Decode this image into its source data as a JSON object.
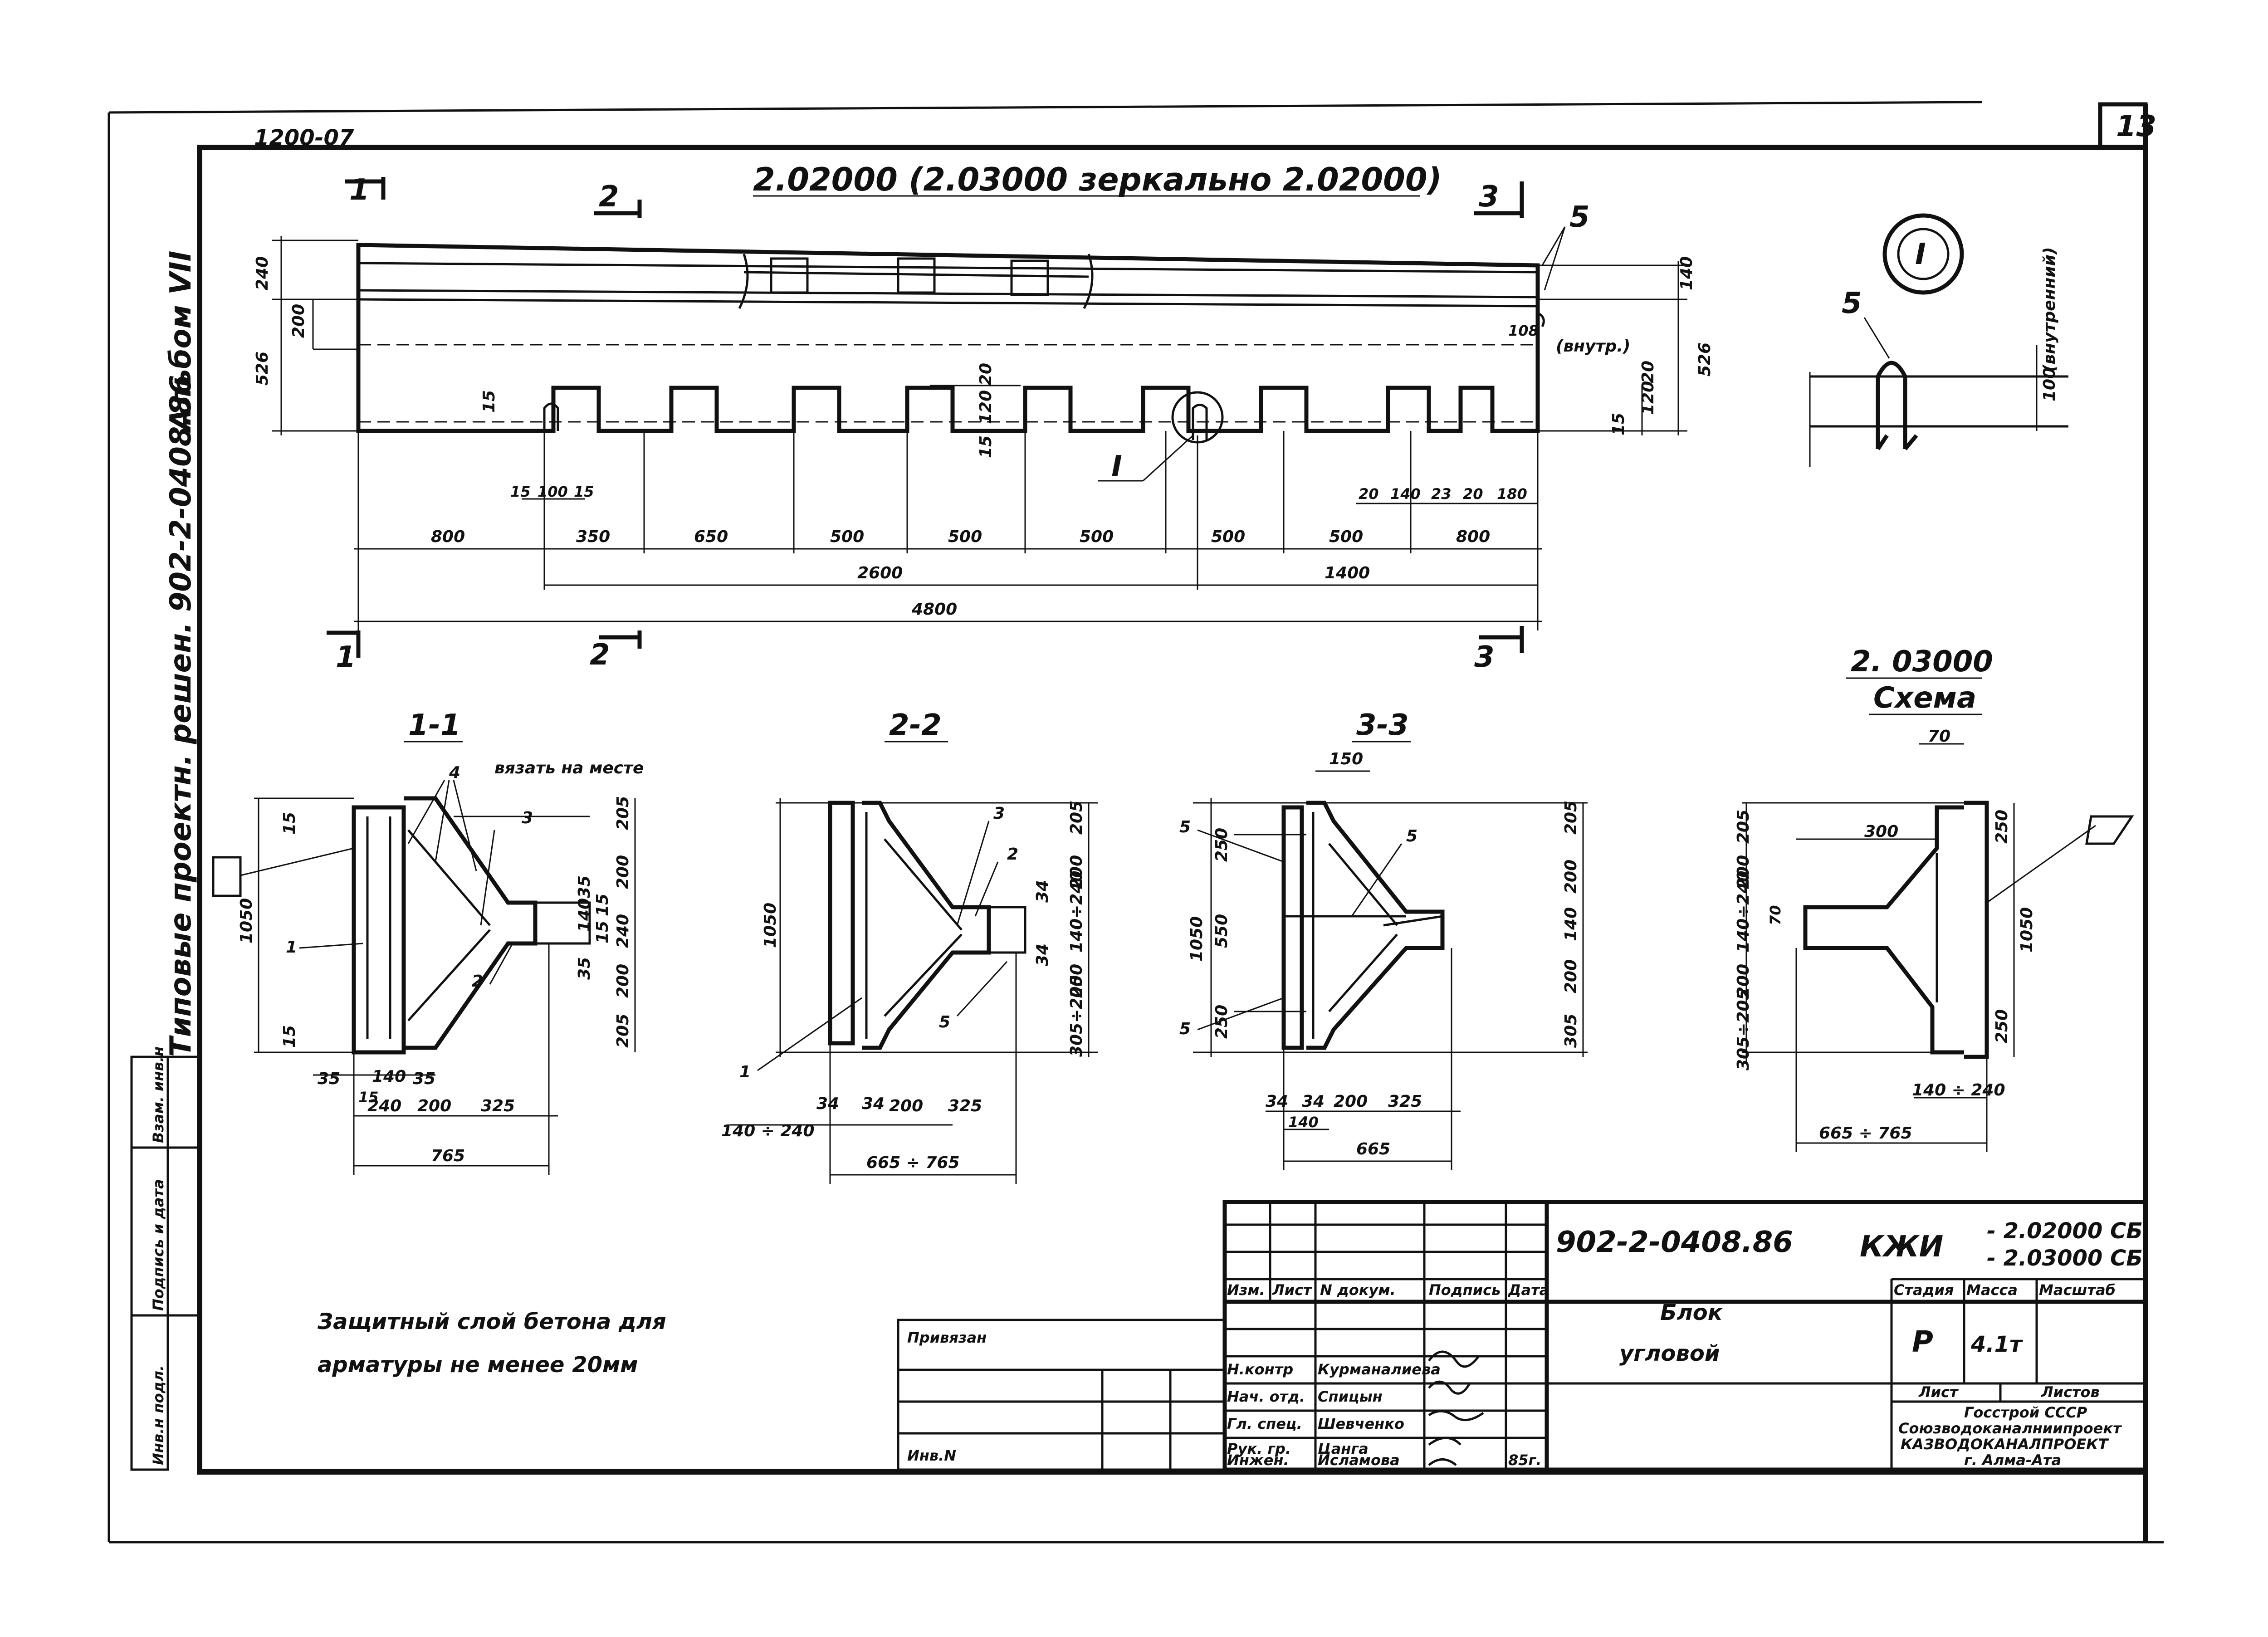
{
  "corner": {
    "top_left_code": "1200-07",
    "sheet_number": "13"
  },
  "side_text": {
    "album": "Альбом VII",
    "series": "Типовые проектн. решен. 902-2-0408.86"
  },
  "plan": {
    "title": "2.02000 (2.03000 зеркально 2.02000)",
    "cut_marks_top": [
      "1",
      "2",
      "3"
    ],
    "cut_marks_bottom": [
      "1",
      "2",
      "3"
    ],
    "pos5": "5",
    "left_dims": [
      "240",
      "200",
      "526",
      "15"
    ],
    "right_dims": [
      "140",
      "526",
      "20",
      "120",
      "15"
    ],
    "inner_note": "(внутр.)",
    "inner_dim": "108",
    "slot_dims": [
      "20",
      "120",
      "15"
    ],
    "detail_ref": "I",
    "bottom_small_dims": [
      "15",
      "100",
      "15"
    ],
    "right_small_dims": [
      "20",
      "140",
      "23",
      "20",
      "180"
    ],
    "row1": [
      "800",
      "350",
      "650",
      "500",
      "500",
      "500",
      "500",
      "500",
      "800"
    ],
    "row2": [
      "2600",
      "1400"
    ],
    "row3": [
      "4800"
    ]
  },
  "detail_I": {
    "label": "I",
    "pos": "5",
    "note": "(внутренний)",
    "dim": "100"
  },
  "section_1": {
    "title": "1-1",
    "callouts": [
      "4",
      "вязать на месте",
      "3",
      "1",
      "2"
    ],
    "left_dims": [
      "15",
      "1050",
      "15"
    ],
    "right_dims": [
      "205",
      "200",
      "35",
      "140",
      "15",
      "15",
      "240",
      "35",
      "200",
      "205"
    ],
    "bottom_dims": [
      "35",
      "140",
      "35",
      "15",
      "240",
      "200",
      "325",
      "765"
    ]
  },
  "section_2": {
    "title": "2-2",
    "callouts": [
      "3",
      "2",
      "5",
      "1"
    ],
    "left_dims": [
      "1050"
    ],
    "right_dims": [
      "205",
      "200",
      "34",
      "140÷240",
      "34",
      "200",
      "305÷205"
    ],
    "bottom_dims": [
      "140 ÷ 240",
      "34",
      "34",
      "200",
      "325",
      "665 ÷ 765"
    ]
  },
  "section_3": {
    "title": "3-3",
    "callouts": [
      "5",
      "5",
      "5"
    ],
    "top_dims": [
      "150"
    ],
    "left_dims": [
      "250",
      "550",
      "1050",
      "250"
    ],
    "right_dims": [
      "205",
      "200",
      "140",
      "200",
      "305"
    ],
    "bottom_dims": [
      "34",
      "34",
      "200",
      "325",
      "140",
      "665"
    ]
  },
  "scheme": {
    "title": "2. 03000",
    "subtitle": "Схема",
    "top_dims": [
      "70",
      "300"
    ],
    "left_dims": [
      "205",
      "200",
      "140÷240",
      "70",
      "200",
      "305÷205"
    ],
    "right_dims": [
      "250",
      "1050",
      "250"
    ],
    "bottom_dims": [
      "140 ÷ 240",
      "665 ÷ 765"
    ]
  },
  "note": {
    "line1": "Защитный слой бетона для",
    "line2": "арматуры не менее 20мм"
  },
  "left_strip": {
    "labels": [
      "Инв.н подл.",
      "Подпись и дата",
      "Взам. инв.н"
    ]
  },
  "privyazan": {
    "label": "Привязан",
    "inv": "Инв.N"
  },
  "title_block": {
    "doc_code": "902-2-0408.86",
    "grade": "КЖИ",
    "codes": [
      "- 2.02000 СБ",
      "- 2.03000 СБ"
    ],
    "headers": [
      "Изм.",
      "Лист",
      "N докум.",
      "Подпись",
      "Дата"
    ],
    "name_line1": "Блок",
    "name_line2": "угловой",
    "stage_label": "Стадия",
    "mass_label": "Масса",
    "scale_label": "Масштаб",
    "stage": "Р",
    "mass": "4.1т",
    "sheet_label": "Лист",
    "sheets_label": "Листов",
    "org_lines": [
      "Госстрой СССР",
      "Союзводоканалниипроект",
      "КАЗВОДОКАНАЛПРОЕКТ",
      "г. Алма-Ата"
    ],
    "roles": [
      "Н.контр",
      "Нач. отд.",
      "Гл. спец.",
      "Рук. гр.",
      "Инжен."
    ],
    "names": [
      "Курманалиева",
      "Спицын",
      "Шевченко",
      "Цанга",
      "Исламова"
    ],
    "year": "85г."
  }
}
